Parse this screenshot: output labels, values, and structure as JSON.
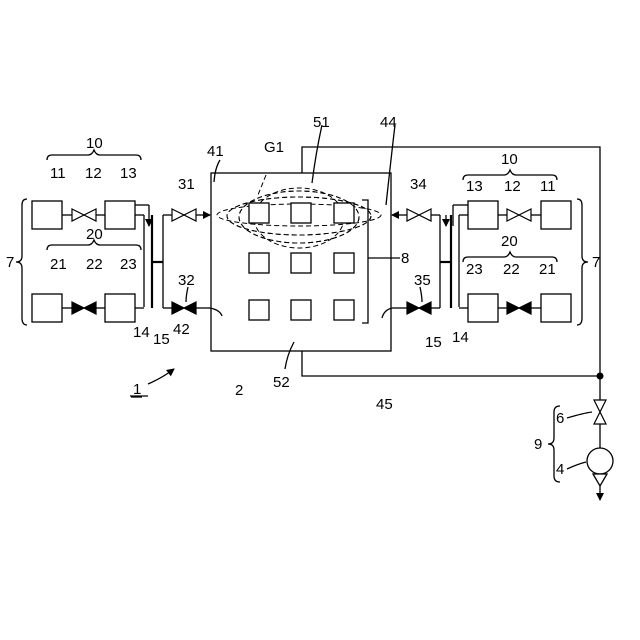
{
  "labels": {
    "system": "1",
    "chamber": "2",
    "pump": "4",
    "valve_exhaust": "6",
    "gas_supply": "7",
    "substrate_holder": "8",
    "exhaust_unit": "9",
    "first_gas_line": "10",
    "source1": "11",
    "valve1": "12",
    "mfc1": "13",
    "merge_line": "14",
    "supply_pipe": "15",
    "second_gas_line": "20",
    "source2": "21",
    "valve2": "22",
    "mfc2": "23",
    "valve31": "31",
    "valve32": "32",
    "valve34": "34",
    "valve35": "35",
    "port41": "41",
    "port42": "42",
    "port44": "44",
    "port45": "45",
    "exhaust51": "51",
    "exhaust52": "52",
    "gas_region": "G1"
  },
  "valve_states": {
    "12": "open",
    "22": "closed",
    "31": "open",
    "32": "closed",
    "34": "open",
    "35": "closed",
    "6": "open"
  }
}
